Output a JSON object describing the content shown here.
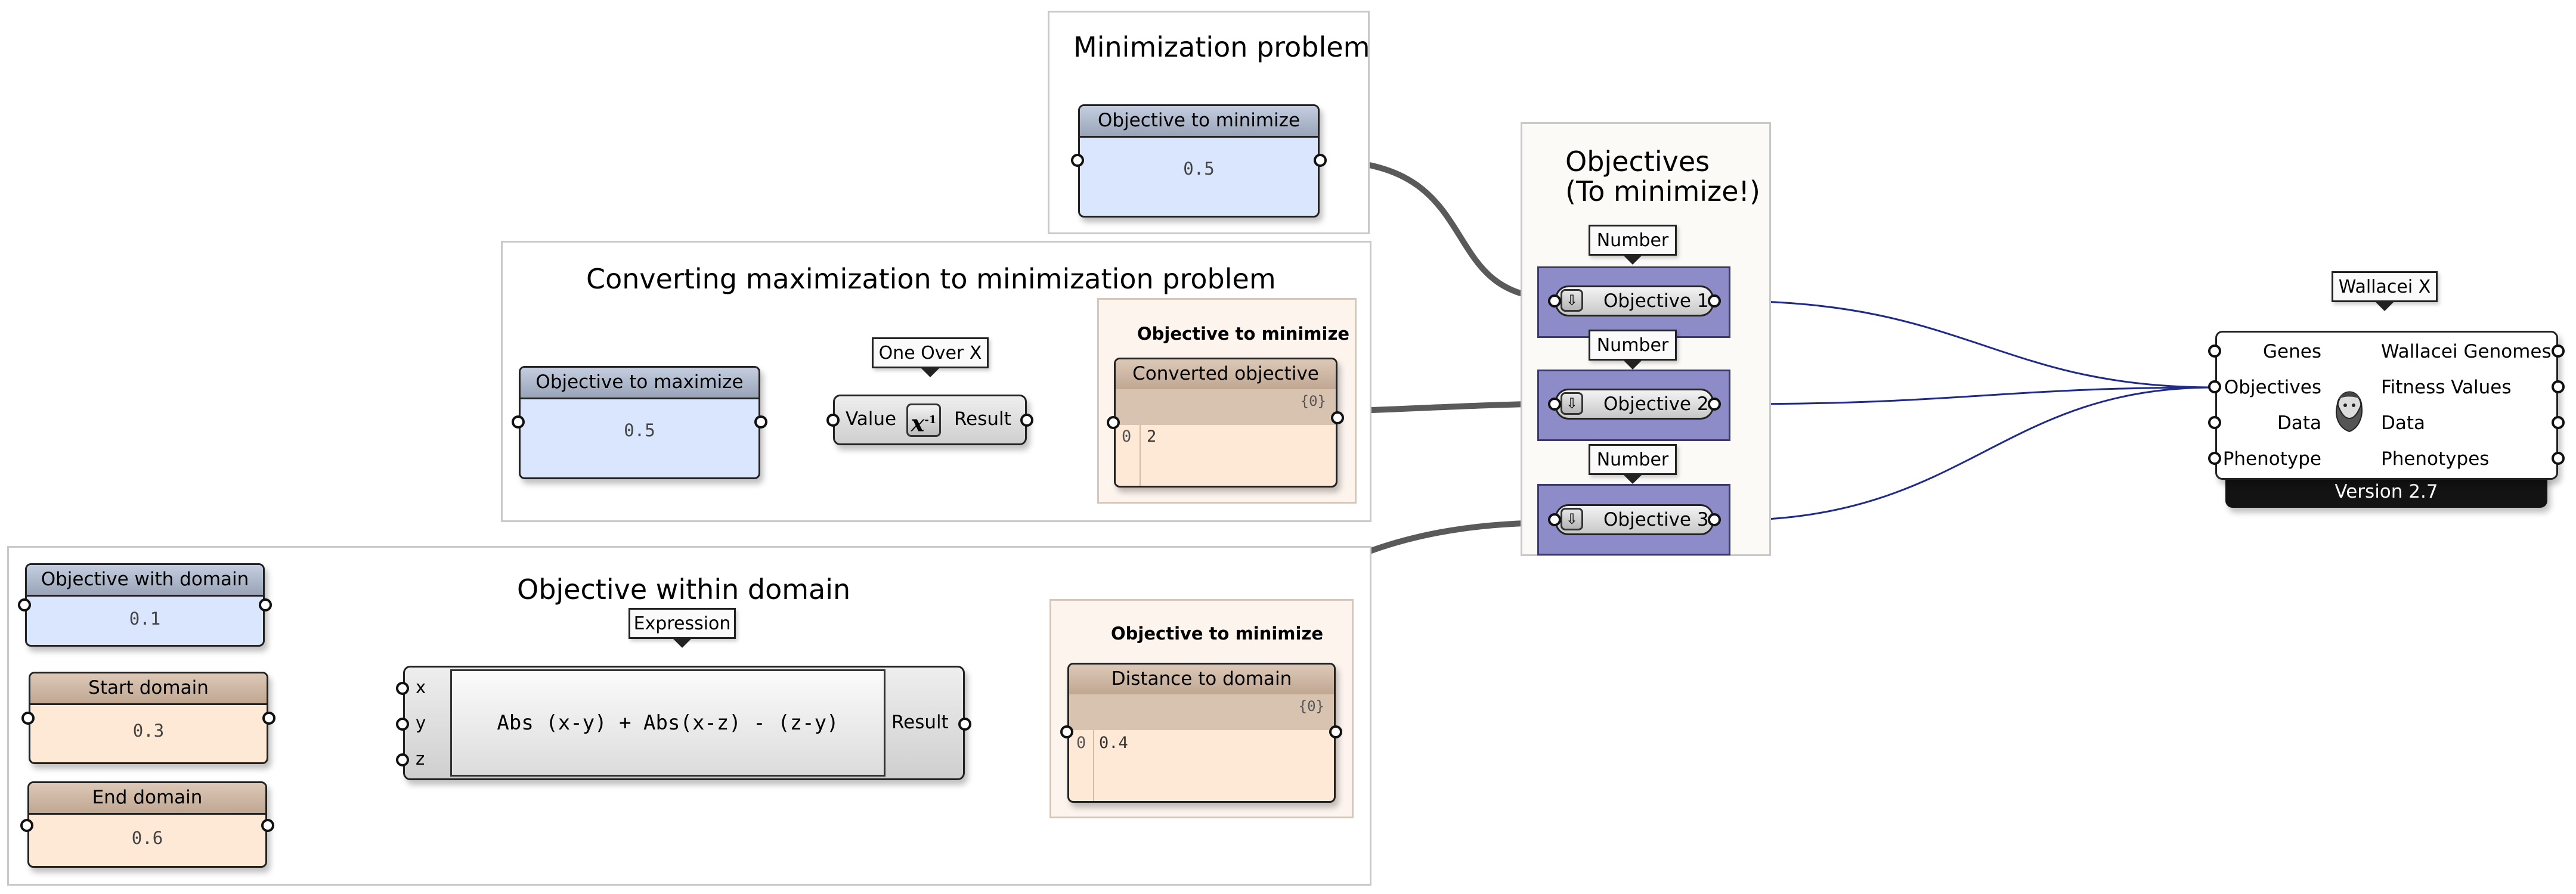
{
  "groups": {
    "minimization": {
      "title": "Minimization problem"
    },
    "converting": {
      "title": "Converting maximization to minimization problem"
    },
    "objectives": {
      "title_line1": "Objectives",
      "title_line2": "(To minimize!)"
    },
    "domain": {
      "title": "Objective within domain"
    },
    "objective_to_minimize_top": {
      "title": "Objective to minimize"
    },
    "objective_to_minimize_bottom": {
      "title": "Objective to minimize"
    }
  },
  "sliders": {
    "objective_to_minimize": {
      "label": "Objective to minimize",
      "value": "0.5"
    },
    "objective_to_maximize": {
      "label": "Objective to maximize",
      "value": "0.5"
    },
    "objective_with_domain": {
      "label": "Objective with domain",
      "value": "0.1"
    },
    "start_domain": {
      "label": "Start domain",
      "value": "0.3"
    },
    "end_domain": {
      "label": "End domain",
      "value": "0.6"
    }
  },
  "one_over_x": {
    "tag": "One Over X",
    "input": "Value",
    "output": "Result",
    "icon_text": "x",
    "icon_sup": "-1"
  },
  "expression": {
    "tag": "Expression",
    "inputs": [
      "x",
      "y",
      "z"
    ],
    "formula": "Abs (x-y) + Abs(x-z) - (z-y)",
    "output": "Result"
  },
  "panels": {
    "converted": {
      "label": "Converted objective",
      "path": "{0}",
      "index": "0",
      "value": "2"
    },
    "distance": {
      "label": "Distance to domain",
      "path": "{0}",
      "index": "0",
      "value": "0.4"
    }
  },
  "numbers": {
    "n1": {
      "tag": "Number",
      "label": "Objective 1"
    },
    "n2": {
      "tag": "Number",
      "label": "Objective 2"
    },
    "n3": {
      "tag": "Number",
      "label": "Objective 3"
    }
  },
  "wallacei": {
    "tag": "Wallacei X",
    "inputs": [
      "Genes",
      "Objectives",
      "Data",
      "Phenotype"
    ],
    "outputs": [
      "Wallacei Genomes",
      "Fitness Values",
      "Data",
      "Phenotypes"
    ],
    "version": "Version 2.7"
  },
  "colors": {
    "wire_gray": "#5a5a5a",
    "wire_blue": "#1f2a8c",
    "number_frame": "#8e8cc8"
  }
}
